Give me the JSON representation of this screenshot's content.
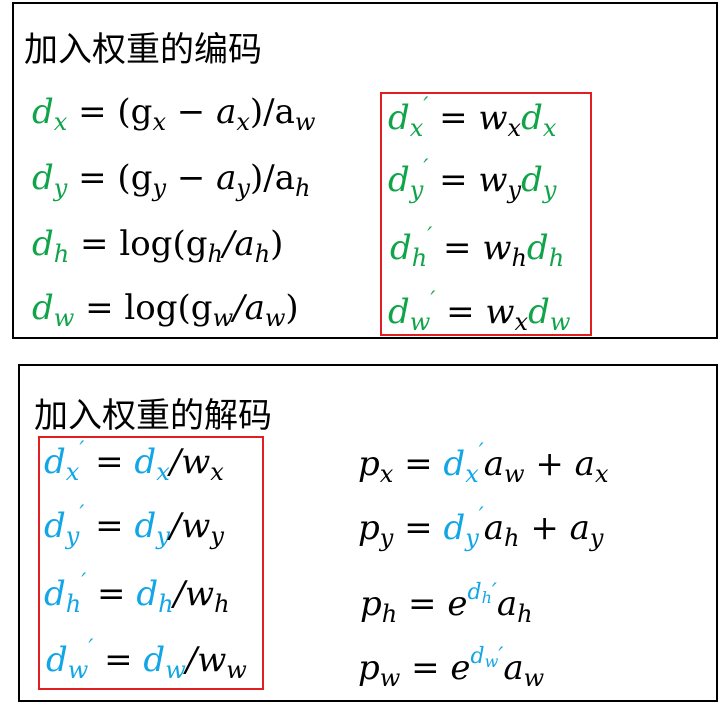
{
  "encode_panel": {
    "title": "加入权重的编码",
    "left": [
      {
        "lhs": "d",
        "lhs_sub": "x",
        "rhs": "= (g",
        "rhs_sub1": "x",
        "mid": " − a",
        "rhs_sub2": "x",
        "tail": ")/a",
        "tail_sub": "w"
      },
      {
        "lhs": "d",
        "lhs_sub": "y",
        "rhs": "= (g",
        "rhs_sub1": "y",
        "mid": " − a",
        "rhs_sub2": "y",
        "tail": ")/a",
        "tail_sub": "h"
      },
      {
        "lhs": "d",
        "lhs_sub": "h",
        "rhs": "= log(g",
        "rhs_sub1": "h",
        "mid": "/a",
        "rhs_sub2": "h",
        "tail": ")",
        "tail_sub": ""
      },
      {
        "lhs": "d",
        "lhs_sub": "w",
        "rhs": "= log(g",
        "rhs_sub1": "w",
        "mid": "/a",
        "rhs_sub2": "w",
        "tail": ")",
        "tail_sub": ""
      }
    ],
    "right": [
      {
        "lhs": "d",
        "lhs_sub": "x",
        "prime": "′",
        "eq": "= w",
        "w_sub": "x",
        "d": "d",
        "d_sub": "x"
      },
      {
        "lhs": "d",
        "lhs_sub": "y",
        "prime": "′",
        "eq": "= w",
        "w_sub": "y",
        "d": "d",
        "d_sub": "y"
      },
      {
        "lhs": "d",
        "lhs_sub": "h",
        "prime": "′",
        "eq": "= w",
        "w_sub": "h",
        "d": "d",
        "d_sub": "h"
      },
      {
        "lhs": "d",
        "lhs_sub": "w",
        "prime": "′",
        "eq": "= w",
        "w_sub": "x",
        "d": "d",
        "d_sub": "w"
      }
    ]
  },
  "decode_panel": {
    "title": "加入权重的解码",
    "left": [
      {
        "lhs": "d",
        "lhs_sub": "x",
        "prime": "′",
        "eq": "= ",
        "d": "d",
        "d_sub": "x",
        "div": "/w",
        "w_sub": "x"
      },
      {
        "lhs": "d",
        "lhs_sub": "y",
        "prime": "′",
        "eq": "= ",
        "d": "d",
        "d_sub": "y",
        "div": "/w",
        "w_sub": "y"
      },
      {
        "lhs": "d",
        "lhs_sub": "h",
        "prime": "′",
        "eq": "= ",
        "d": "d",
        "d_sub": "h",
        "div": "/w",
        "w_sub": "h"
      },
      {
        "lhs": "d",
        "lhs_sub": "w",
        "prime": "′",
        "eq": "= ",
        "d": "d",
        "d_sub": "w",
        "div": "/w",
        "w_sub": "w"
      }
    ],
    "right": [
      {
        "p": "p",
        "p_sub": "x",
        "eq": "= ",
        "d": "d",
        "d_sub": "x",
        "prime": "′",
        "a": "a",
        "a_sub": "w",
        "plus": " + a",
        "plus_sub": "x"
      },
      {
        "p": "p",
        "p_sub": "y",
        "eq": "= ",
        "d": "d",
        "d_sub": "y",
        "prime": "′",
        "a": "a",
        "a_sub": "h",
        "plus": " + a",
        "plus_sub": "y"
      },
      {
        "p": "p",
        "p_sub": "h",
        "eq": "= e",
        "d": "d",
        "d_sub": "h",
        "prime": "′",
        "a": "a",
        "a_sub": "h"
      },
      {
        "p": "p",
        "p_sub": "w",
        "eq": "= e",
        "d": "d",
        "d_sub": "w",
        "prime": "′",
        "a": "a",
        "a_sub": "w"
      }
    ]
  },
  "colors": {
    "green": "#10a44a",
    "blue": "#12a6e6",
    "red": "#e02020"
  }
}
